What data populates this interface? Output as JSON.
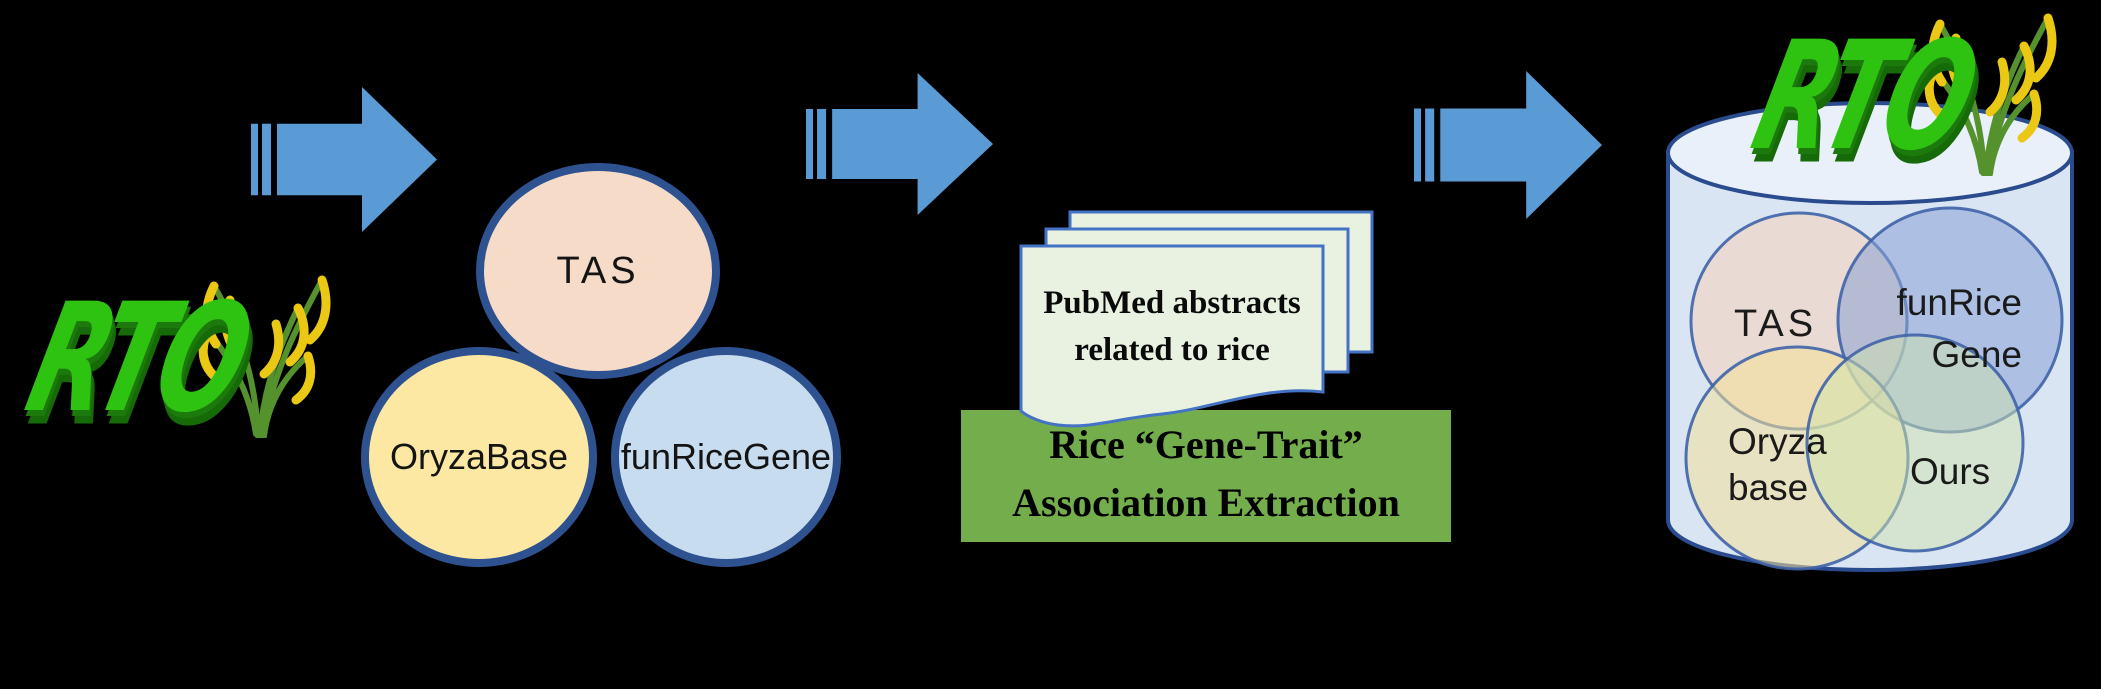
{
  "background": "#000000",
  "logo": {
    "text": "RTO",
    "text_color": "#2ec311",
    "shadow_color": "#1b7a0b",
    "stem_color": "#55922e",
    "grain_color": "#eac813"
  },
  "arrow": {
    "color": "#5b9bd5"
  },
  "source_databases": {
    "border_color": "#2e5290",
    "items": [
      {
        "label": "TAS",
        "fill": "#f6dbc8"
      },
      {
        "label": "OryzaBase",
        "fill": "#fce8a2"
      },
      {
        "label": "funRiceGene",
        "fill": "#c8dcf0"
      }
    ]
  },
  "abstracts_stack": {
    "line1": "PubMed abstracts",
    "line2": "related to rice",
    "page_fill": "#e9f2e1",
    "page_border": "#4472c4"
  },
  "extraction_box": {
    "line1": "Rice “Gene-Trait”",
    "line2": "Association Extraction",
    "fill": "#74ae4c"
  },
  "result_database": {
    "cylinder_fill": "#d9e5f3",
    "cylinder_top_fill": "#e9f0fa",
    "cylinder_border": "#2a4b8d",
    "venn_border": "#3f63a8",
    "venn_circles": [
      {
        "line1": "TAS",
        "line2": "",
        "fill": "#f4d3be"
      },
      {
        "line1": "funRice",
        "line2": "Gene",
        "fill": "#89a0d4"
      },
      {
        "line1": "Oryza",
        "line2": "base",
        "fill": "#f2e098"
      },
      {
        "line1": "Ours",
        "line2": "",
        "fill": "#cfe3ae"
      }
    ]
  }
}
